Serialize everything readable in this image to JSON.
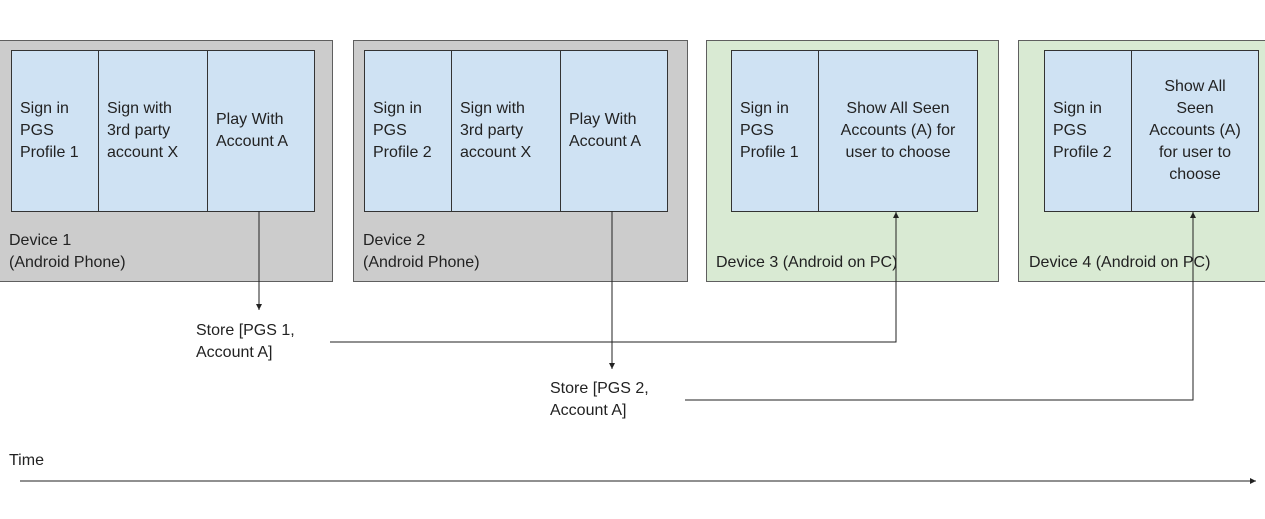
{
  "devices": [
    {
      "label": "Device 1\n(Android Phone)",
      "cells": [
        "Sign in\nPGS\nProfile 1",
        "Sign with\n3rd party\naccount X",
        "Play With\nAccount A"
      ]
    },
    {
      "label": "Device 2\n(Android Phone)",
      "cells": [
        "Sign in\nPGS\nProfile 2",
        "Sign with\n3rd party\naccount X",
        "Play With\nAccount A"
      ]
    },
    {
      "label": "Device 3 (Android on PC)",
      "cells": [
        "Sign in\nPGS\nProfile 1",
        "Show All Seen\nAccounts (A) for\nuser to choose"
      ]
    },
    {
      "label": "Device 4 (Android on PC)",
      "cells": [
        "Sign in\nPGS\nProfile 2",
        "Show All\nSeen\nAccounts (A)\nfor user to\nchoose"
      ]
    }
  ],
  "stores": [
    "Store [PGS  1,\nAccount A]",
    "Store [PGS  2,\nAccount A]"
  ],
  "timeline": {
    "label": "Time"
  },
  "colors": {
    "phone_background": "#cccccc",
    "pc_background": "#d9ead3",
    "cell_background": "#cfe2f3"
  }
}
